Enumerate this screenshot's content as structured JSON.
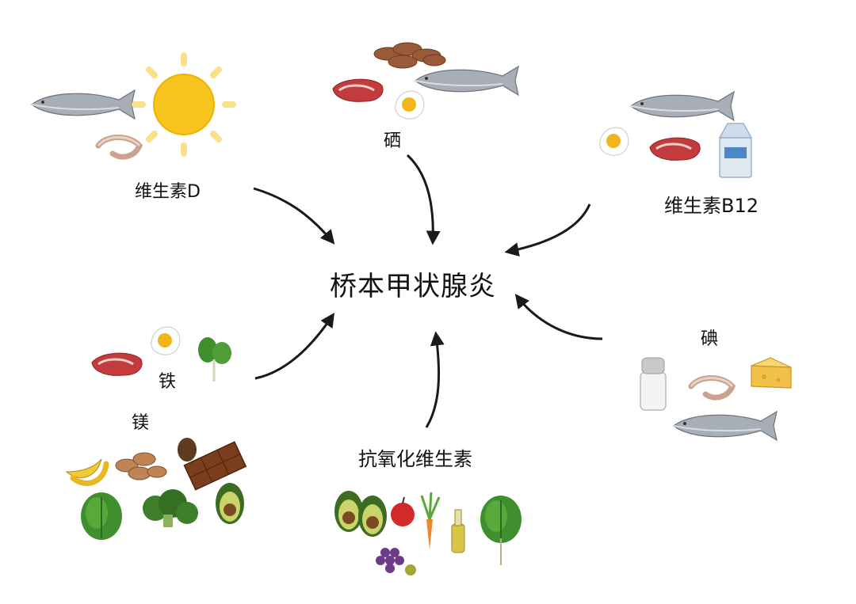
{
  "center": "桥本甲状腺炎",
  "nutrients": {
    "vitamin_d": "维生素D",
    "selenium": "硒",
    "vitamin_b12": "维生素B12",
    "iron": "铁",
    "magnesium": "镁",
    "iodine": "碘",
    "antioxidant_vitamins": "抗氧化维生素"
  },
  "colors": {
    "arrow": "#1a1a1a",
    "fish": "#9aa3ab",
    "meat": "#c0393b",
    "yolk": "#f2b51c",
    "sun": "#f7c51e",
    "green": "#3f8f2e"
  }
}
